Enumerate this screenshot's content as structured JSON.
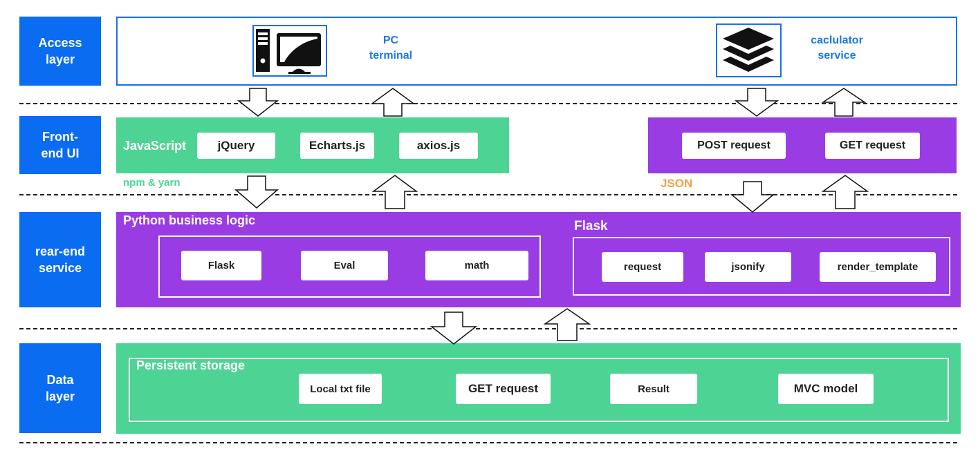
{
  "layers": {
    "access": [
      "Access",
      "layer"
    ],
    "frontend": [
      "Front-",
      "end UI"
    ],
    "rearend": [
      "rear-end",
      "service"
    ],
    "data": [
      "Data",
      "layer"
    ]
  },
  "access": {
    "pc_label": [
      "PC",
      "terminal"
    ],
    "service_label": [
      "caclulator",
      "service"
    ],
    "pc_icon": "desktop-computer-icon",
    "service_icon": "layers-stack-icon"
  },
  "frontend": {
    "js_title": "JavaScript",
    "libs": [
      "jQuery",
      "Echarts.js",
      "axios.js"
    ],
    "pkg_note": "npm & yarn",
    "requests": [
      "POST request",
      "GET request"
    ],
    "json_note": "JSON"
  },
  "rearend": {
    "python_title": "Python business logic",
    "python_items": [
      "Flask",
      "Eval",
      "math"
    ],
    "flask_title": "Flask",
    "flask_items": [
      "request",
      "jsonify",
      "render_template"
    ]
  },
  "datalayer": {
    "storage_title": "Persistent storage",
    "items": [
      "Local txt file",
      "GET request",
      "Result",
      "MVC model"
    ]
  },
  "colors": {
    "layer_label_bg": "#0a6cf0",
    "green": "#4dd494",
    "purple": "#9a3ce4",
    "json_orange": "#f5a04a",
    "accent_blue": "#1a78e6"
  }
}
